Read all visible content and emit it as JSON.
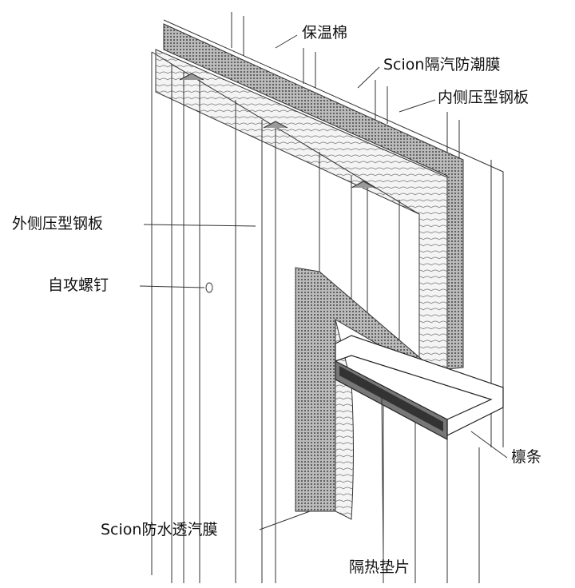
{
  "labels": {
    "insulation_wool": "保温棉",
    "vapor_barrier": "Scion隔汽防潮膜",
    "inner_steel_sheet": "内侧压型钢板",
    "outer_steel_sheet": "外侧压型钢板",
    "self_tapping_screw": "自攻螺钉",
    "purlin": "檩条",
    "breathable_membrane": "Scion防水透汽膜",
    "thermal_spacer": "隔热垫片"
  }
}
